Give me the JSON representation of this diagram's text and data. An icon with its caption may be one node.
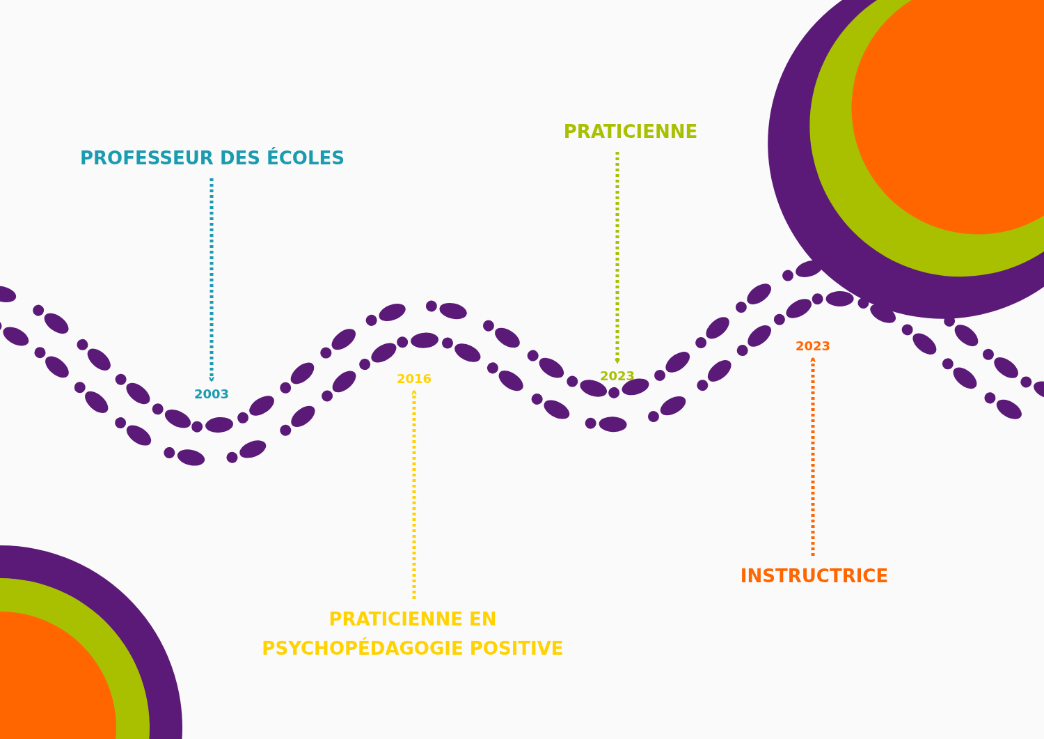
{
  "diagram": {
    "nodes": [
      {
        "text": [
          "PROFESSEUR DES ÉCOLES"
        ]
      },
      {
        "text": [
          "PRATICIENNE"
        ]
      },
      {
        "text": [
          "2003"
        ]
      },
      {
        "text": [
          "2016"
        ]
      },
      {
        "text": [
          "2023"
        ]
      },
      {
        "text": [
          "2023"
        ]
      },
      {
        "text": [
          "PRATICIENNE EN PSYCHOPÉDAGOGIE POSITIVE"
        ]
      },
      {
        "text": [
          "INSTRUCTRICE"
        ]
      }
    ],
    "edges": [
      {
        "from": 0,
        "to": 2,
        "arrow": "to",
        "style": "dashed",
        "color": "#1a9bb0"
      },
      {
        "from": 1,
        "to": 4,
        "arrow": "to",
        "style": "dashed",
        "color": "#a8c000"
      },
      {
        "from": 6,
        "to": 3,
        "arrow": "to",
        "style": "dashed",
        "color": "#ffd200"
      },
      {
        "from": 7,
        "to": 5,
        "arrow": "to",
        "style": "dashed",
        "color": "#ff6600"
      }
    ]
  }
}
